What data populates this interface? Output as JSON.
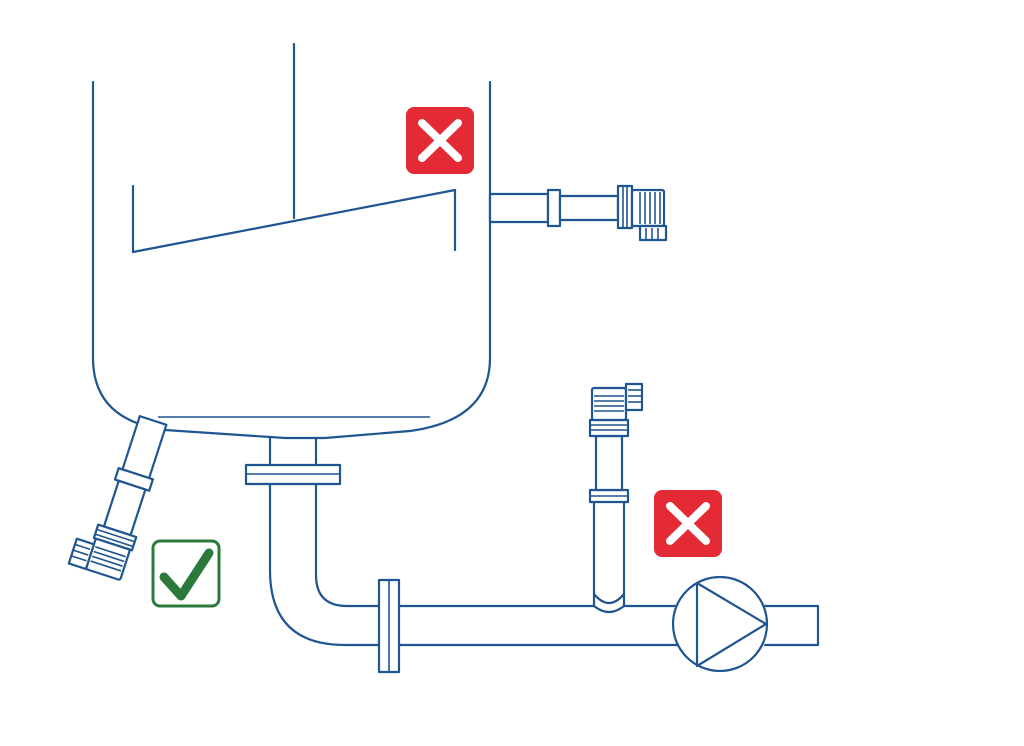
{
  "colors": {
    "line": "#1f5591",
    "background": "#ffffff",
    "incorrect": "#e42a34",
    "correct": "#2b7a3c",
    "mark_stroke": "#ffffff"
  },
  "markers": [
    {
      "id": "tank-side",
      "status": "incorrect",
      "icon": "x-mark-icon"
    },
    {
      "id": "pump-suction",
      "status": "incorrect",
      "icon": "x-mark-icon"
    },
    {
      "id": "tank-bottom-angled",
      "status": "correct",
      "icon": "check-mark-icon"
    }
  ]
}
